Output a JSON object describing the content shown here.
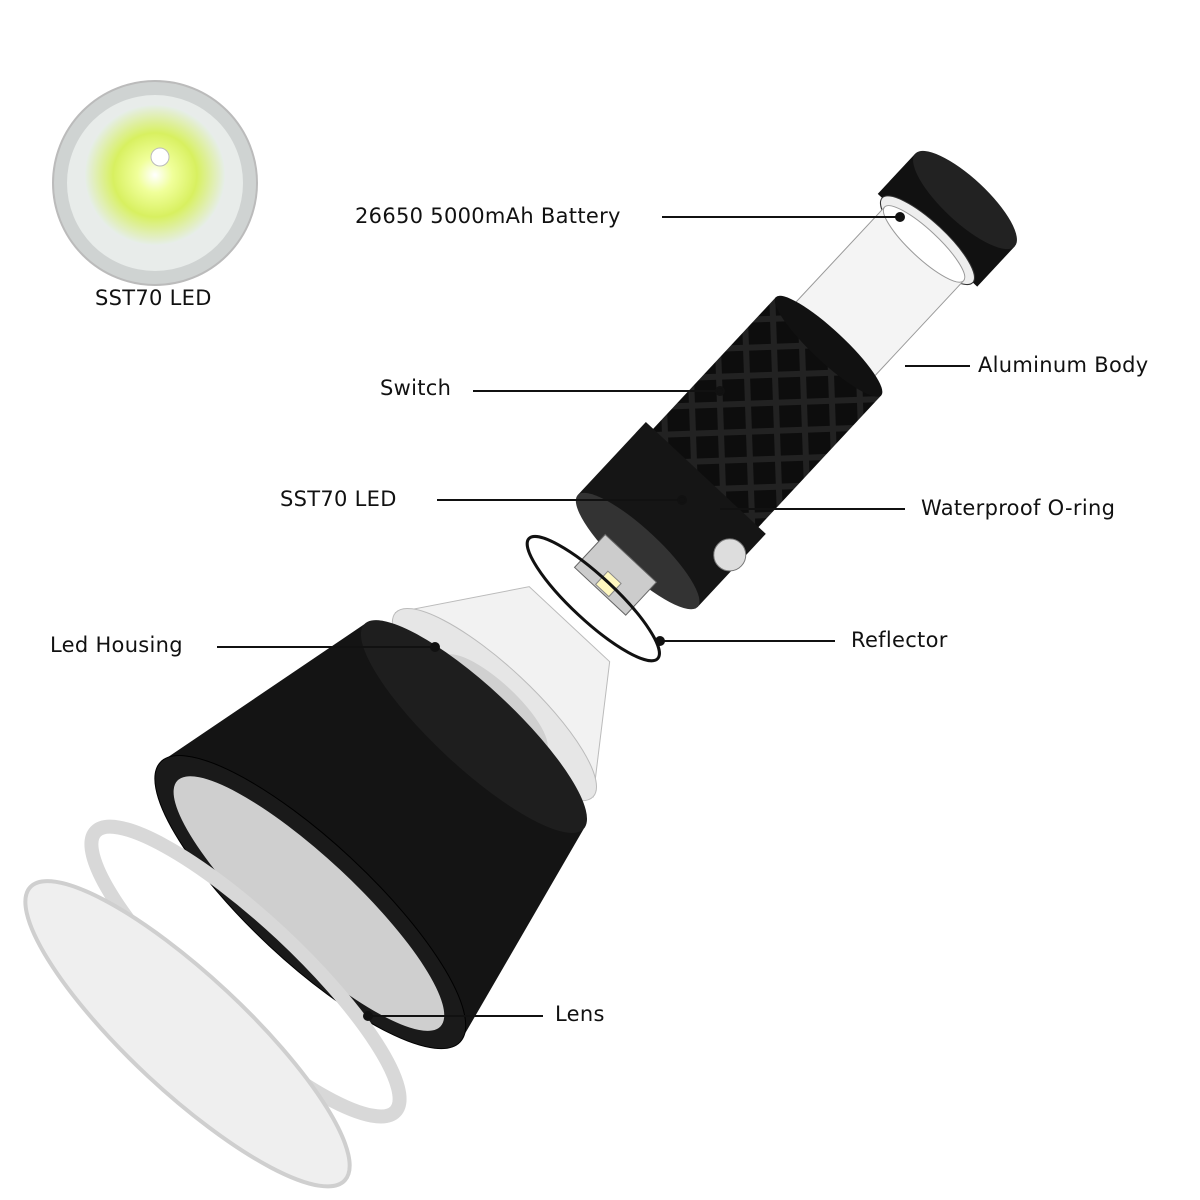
{
  "inset": {
    "caption": "SST70 LED"
  },
  "callouts": {
    "battery": "26650 5000mAh Battery",
    "body": "Aluminum Body",
    "switch": "Switch",
    "led": "SST70 LED",
    "oring": "Waterproof O-ring",
    "housing": "Led Housing",
    "reflector": "Reflector",
    "lens": "Lens"
  },
  "colors": {
    "body": "#1a1a1a",
    "led_glow": "#d8f060",
    "leader": "#111111"
  }
}
